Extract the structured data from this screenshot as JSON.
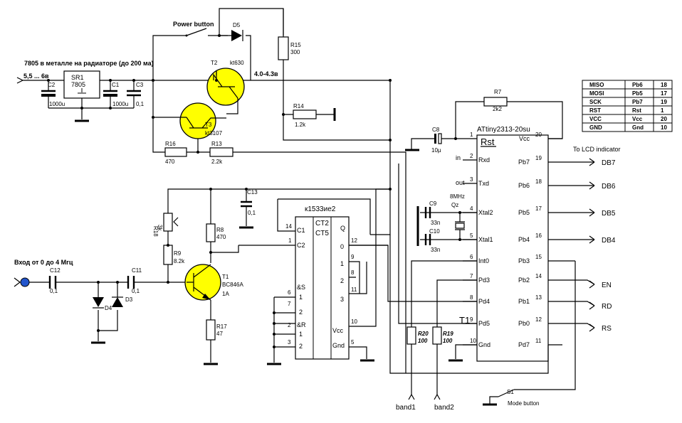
{
  "title_regulator": "7805 в металле на радиаторе (до 200 ма)",
  "supply_input": "5,5 ... 6в",
  "power_button": "Power button",
  "mode_button": "Mode button",
  "lcd_label": "To LCD indicator",
  "input_label": "Вход от 0 до 4 Мгц",
  "out_voltage": "4.0-4.3в",
  "components": {
    "sr1": "SR1",
    "u7805": "7805",
    "c1": "C1",
    "c1v": "1000u",
    "c2": "C2",
    "c2v": "1000u",
    "c3": "C3",
    "c3v": "0,1",
    "c8": "C8",
    "c8v": "10µ",
    "c9": "C9",
    "c9v": "33п",
    "c10": "C10",
    "c10v": "33п",
    "c11": "C11",
    "c11v": "0,1",
    "c12": "C12",
    "c12v": "0,1",
    "c13": "C13",
    "c13v": "0,1",
    "d3": "D3",
    "d4": "D4",
    "d5": "D5",
    "r7": "R7",
    "r7v": "2k2",
    "r8": "R8",
    "r8v": "470",
    "r9": "R9",
    "r9v": "8.2k",
    "r13": "R13",
    "r13v": "2.2k",
    "r14": "R14",
    "r14v": "1.2k",
    "r15": "R15",
    "r15v": "300",
    "r16": "R16",
    "r16v": "470",
    "r17": "R17",
    "r17v": "47",
    "r18": "R18",
    "r18v": "3k",
    "r19": "R19",
    "r19v": "100",
    "r20": "R20",
    "r20v": "100",
    "t1": "T1",
    "t1p": "BC846A",
    "t1c": "1A",
    "t2": "T2",
    "t2p": "kt630",
    "t3": "T3",
    "t3p": "kt3107",
    "s1": "S1",
    "quartz": "8MHz",
    "qz": "Qz",
    "t1_mark": "T1",
    "band1": "band1",
    "band2": "band2"
  },
  "counter_chip": {
    "name": "к1533ие2",
    "func1": "CT2",
    "func2": "CT5",
    "left_labels": [
      "C1",
      "C2",
      "&S",
      "&R"
    ],
    "left_pins": [
      "14",
      "1",
      "6",
      "7",
      "2",
      "3"
    ],
    "inner_left": [
      "1",
      "2",
      "1",
      "2"
    ],
    "outputs": [
      "Q",
      "0",
      "1",
      "2",
      "3"
    ],
    "out_pins": [
      "12",
      "9",
      "8",
      "11"
    ],
    "vcc": "Vcc",
    "gnd": "Gnd",
    "vcc_pin": "10",
    "gnd_pin": "5"
  },
  "mcu": {
    "name": "ATtiny2313-20su",
    "rst": "Rst",
    "vcc": "Vcc",
    "left": [
      {
        "pin": "1",
        "label": ""
      },
      {
        "pin": "2",
        "label": "Rxd"
      },
      {
        "pin": "3",
        "label": "Txd"
      },
      {
        "pin": "4",
        "label": "Xtal2"
      },
      {
        "pin": "5",
        "label": "Xtal1"
      },
      {
        "pin": "6",
        "label": "Int0"
      },
      {
        "pin": "7",
        "label": "Pd3"
      },
      {
        "pin": "8",
        "label": "Pd4"
      },
      {
        "pin": "9",
        "label": "Pd5"
      },
      {
        "pin": "10",
        "label": "Gnd"
      }
    ],
    "right": [
      {
        "pin": "20",
        "label": "Vcc"
      },
      {
        "pin": "19",
        "label": "Pb7"
      },
      {
        "pin": "18",
        "label": "Pb6"
      },
      {
        "pin": "17",
        "label": "Pb5"
      },
      {
        "pin": "16",
        "label": "Pb4"
      },
      {
        "pin": "15",
        "label": "Pb3"
      },
      {
        "pin": "14",
        "label": "Pb2"
      },
      {
        "pin": "13",
        "label": "Pb1"
      },
      {
        "pin": "12",
        "label": "Pb0"
      },
      {
        "pin": "11",
        "label": "Pd7"
      }
    ],
    "in": "in",
    "out": "out"
  },
  "lcd_nets": [
    "DB7",
    "DB6",
    "DB5",
    "DB4",
    "EN",
    "RD",
    "RS"
  ],
  "pin_table": [
    [
      "MISO",
      "Pb6",
      "18"
    ],
    [
      "MOSI",
      "Pb5",
      "17"
    ],
    [
      "SCK",
      "Pb7",
      "19"
    ],
    [
      "RST",
      "Rst",
      "1"
    ],
    [
      "VCC",
      "Vcc",
      "20"
    ],
    [
      "GND",
      "Gnd",
      "10"
    ]
  ]
}
